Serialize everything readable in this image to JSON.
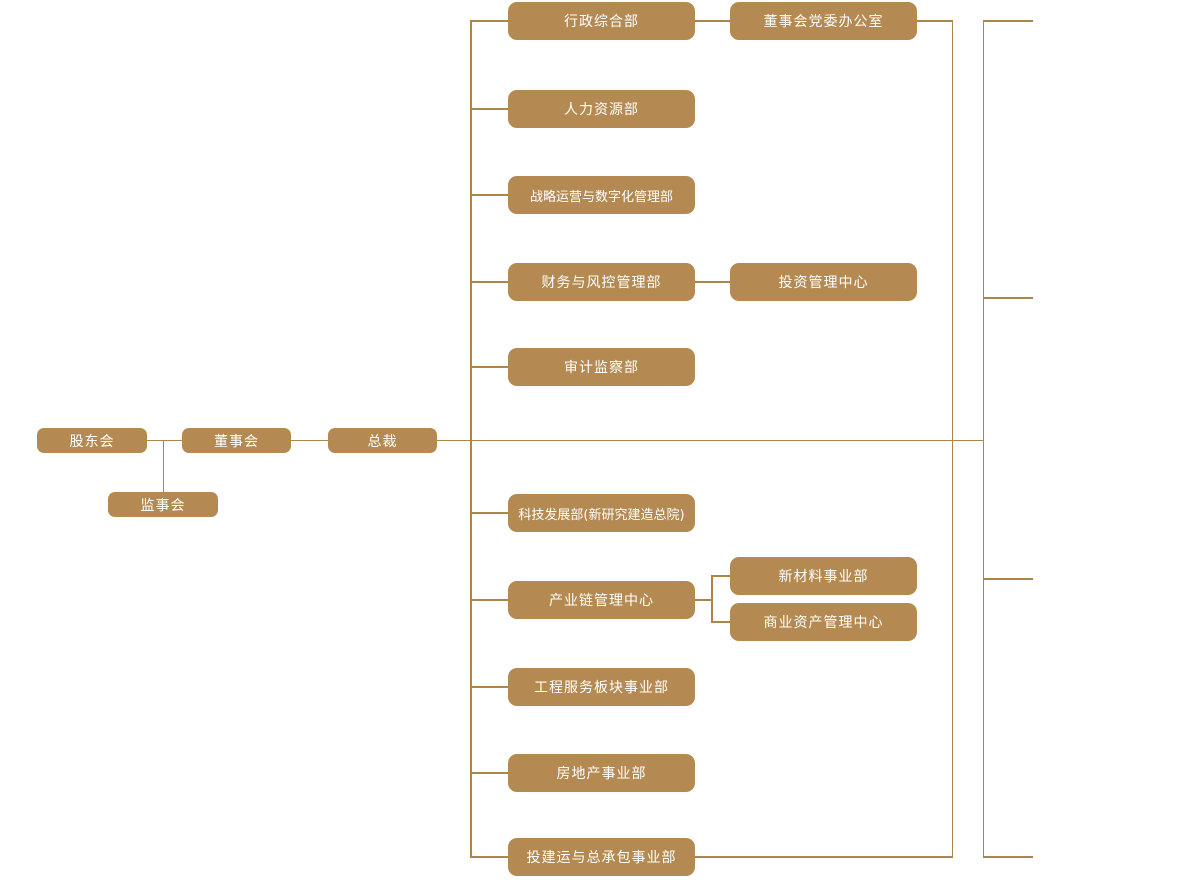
{
  "colors": {
    "node_fill": "#b58a52",
    "line_color": "#ae8449",
    "node_text": "#ffffff",
    "bg": "#ffffff"
  },
  "nodes": {
    "shareholders_meeting": "股东会",
    "board_of_directors": "董事会",
    "president": "总裁",
    "supervisory_board": "监事会",
    "admin_general_dept": "行政综合部",
    "board_party_committee_office": "董事会党委办公室",
    "hr_dept": "人力资源部",
    "strategy_digital_dept": "战略运营与数字化管理部",
    "finance_risk_dept": "财务与风控管理部",
    "investment_mgmt_center": "投资管理中心",
    "audit_supervision_dept": "审计监察部",
    "tech_development_dept": "科技发展部(新研究建造总院)",
    "industry_chain_center": "产业链管理中心",
    "new_materials_division": "新材料事业部",
    "commercial_asset_center": "商业资产管理中心",
    "engineering_service_division": "工程服务板块事业部",
    "real_estate_division": "房地产事业部",
    "epc_division": "投建运与总承包事业部"
  }
}
